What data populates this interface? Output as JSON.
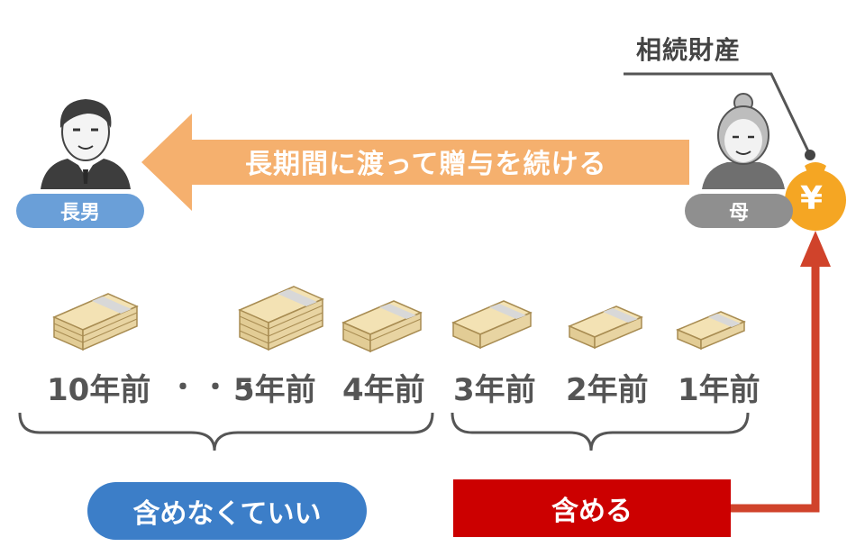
{
  "estate_label": "相続財産",
  "son": {
    "label": "長男"
  },
  "mother": {
    "label": "母"
  },
  "gift_arrow": {
    "text": "長期間に渡って贈与を続ける"
  },
  "moneybag": {
    "symbol": "¥",
    "color": "#f5a623"
  },
  "years": [
    {
      "label": "10年前"
    },
    {
      "label": "5年前"
    },
    {
      "label": "4年前"
    },
    {
      "label": "3年前"
    },
    {
      "label": "2年前"
    },
    {
      "label": "1年前"
    }
  ],
  "ellipsis": "・・・",
  "groups": {
    "excluded": {
      "label": "含めなくていい",
      "color": "#3c7ec8"
    },
    "included": {
      "label": "含める",
      "color": "#cc0000"
    }
  },
  "colors": {
    "arrow": "#f5b06e",
    "return_arrow": "#d0432b",
    "bills": "#e2cc95"
  }
}
